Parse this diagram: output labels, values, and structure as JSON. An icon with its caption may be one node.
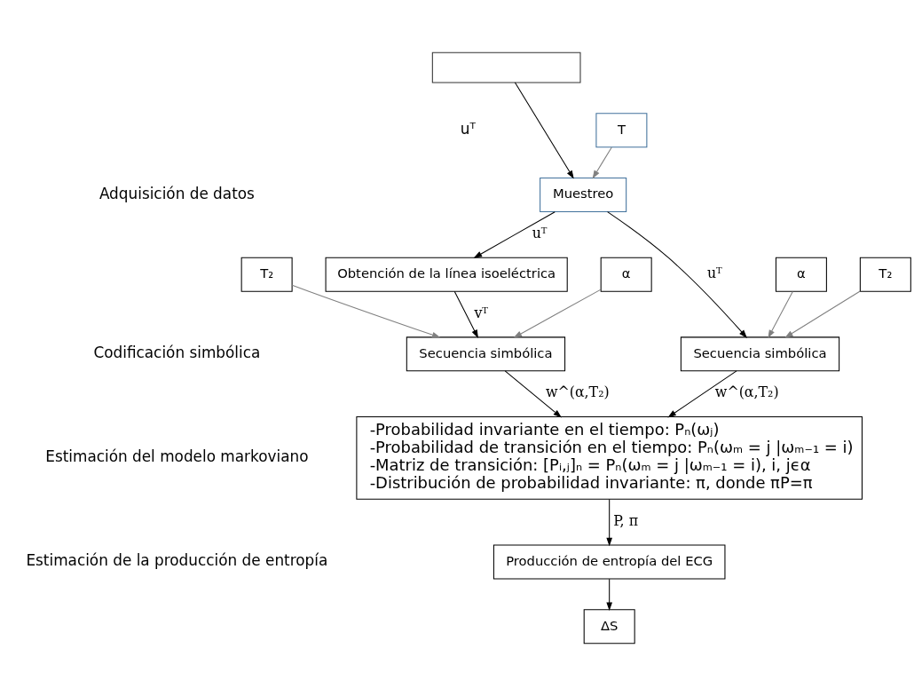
{
  "diagram": {
    "nodes": [
      {
        "text": [],
        "shape": "box"
      },
      {
        "text": [
          "T"
        ]
      },
      {
        "text": [
          "Muestreo"
        ]
      },
      {
        "text": [
          "α"
        ]
      },
      {
        "text": [
          "T₂"
        ]
      },
      {
        "text": [
          "Secuencia simbólica"
        ]
      },
      {
        "text": [
          "Obtención de la línea isoeléctrica"
        ]
      },
      {
        "text": [
          "α"
        ]
      },
      {
        "text": [
          "T₂"
        ]
      },
      {
        "text": [
          "Secuencia simbólica"
        ]
      },
      {
        "text": [
          "-Probabilidad invariante en el tiempo: Pₙ(ωⱼ)",
          "-Probabilidad de transición en el tiempo: Pₙ(ωₘ = j |ωₘ₋₁ = i)",
          "-Matriz de transición: [Pᵢ,ⱼ]ₙ = Pₙ(ωₘ = j |ωₘ₋₁ = i), i, jϵα",
          "-Distribución de probabilidad invariante: π, donde πP=π"
        ]
      },
      {
        "text": [
          "Producción de entropía del ECG"
        ]
      },
      {
        "text": [
          "ΔS"
        ]
      }
    ],
    "edges": [
      {
        "from": 0,
        "to": 2,
        "arrow": "to"
      },
      {
        "from": 1,
        "to": 2,
        "arrow": "to",
        "color": "#808080"
      },
      {
        "from": 2,
        "to": 6,
        "arrow": "to",
        "label": "uᵀ"
      },
      {
        "from": 2,
        "to": 5,
        "arrow": "to",
        "label": "uᵀ"
      },
      {
        "from": 3,
        "to": 5,
        "arrow": "to",
        "color": "#808080"
      },
      {
        "from": 4,
        "to": 5,
        "arrow": "to",
        "color": "#808080"
      },
      {
        "from": 6,
        "to": 9,
        "arrow": "to",
        "label": "vᵀ"
      },
      {
        "from": 7,
        "to": 9,
        "arrow": "to",
        "color": "#808080"
      },
      {
        "from": 8,
        "to": 9,
        "arrow": "to",
        "color": "#808080"
      },
      {
        "from": 5,
        "to": 10,
        "arrow": "to",
        "label": "w^(α,T₂)"
      },
      {
        "from": 9,
        "to": 10,
        "arrow": "to",
        "label": "w^(α,T₂)"
      },
      {
        "from": 10,
        "to": 11,
        "arrow": "to",
        "label": "P, π"
      },
      {
        "from": 11,
        "to": 12,
        "arrow": "to"
      }
    ],
    "labels": [
      "Adquisición de datos",
      "Codificación simbólica",
      "Estimación del modelo markoviano",
      "Estimación de la producción de entropía",
      "uᵀ"
    ]
  }
}
